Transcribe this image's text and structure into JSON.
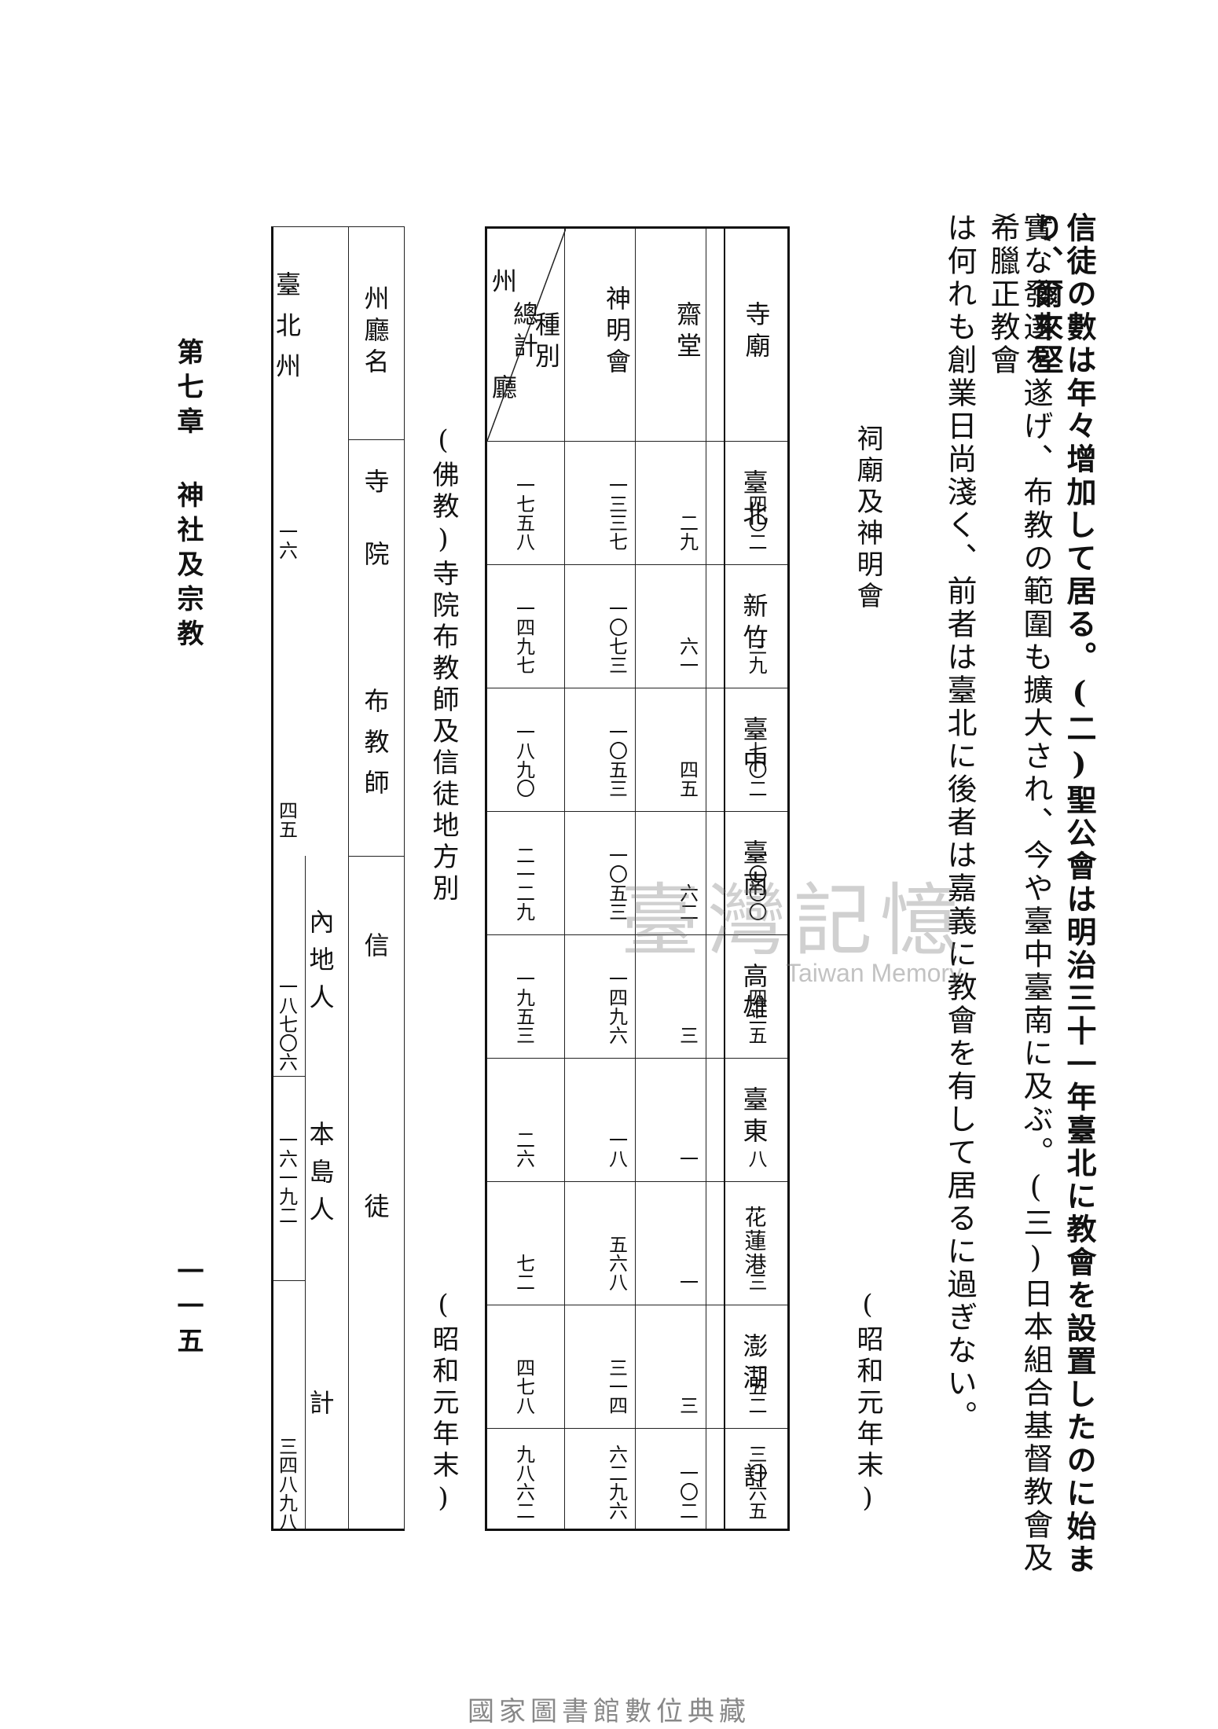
{
  "body_text": {
    "line1": "信徒の數は年々增加して居る。(二)聖公會は明治三十一年臺北に教會を設置したのに始まり、爾來堅",
    "line2": "實な發達を遂げ、布教の範圍も擴大され、今や臺中臺南に及ぶ。(三)日本組合基督教會及希臘正教會",
    "line3": "は何れも創業日尚淺く、前者は臺北に後者は嘉義に教會を有して居るに過ぎない。"
  },
  "table1": {
    "title": "祠廟及神明會",
    "date": "(昭和元年末)",
    "header_corner_top": "州",
    "header_corner_mid": "廳",
    "header_corner_bottom": "種別",
    "columns": [
      "臺北",
      "新竹",
      "臺中",
      "臺南",
      "高雄",
      "臺東",
      "花蓮港",
      "澎湖",
      "計"
    ],
    "rows": [
      {
        "label": "寺廟",
        "values": [
          "四〇二",
          "三九",
          "七〇二",
          "一〇〇〇",
          "四二五",
          "八",
          "三",
          "一五二",
          "三〇六五"
        ]
      },
      {
        "label": "齋堂",
        "values": [
          "二九",
          "六一",
          "四五",
          "六二",
          "三",
          "一",
          "一",
          "三",
          "一〇二"
        ]
      },
      {
        "label": "神明會",
        "values": [
          "一三三七",
          "一〇七三",
          "一〇五三",
          "一〇五三",
          "一四九六",
          "一八",
          "五六八",
          "三一四",
          "六二九六"
        ]
      },
      {
        "label": "總計",
        "values": [
          "一七五八",
          "一四九七",
          "一八九〇",
          "二一二九",
          "一九五三",
          "二六",
          "七二",
          "四七八",
          "九八六二"
        ]
      }
    ]
  },
  "table2": {
    "title": "(佛教)寺院布教師及信徒地方別",
    "date": "(昭和元年末)",
    "headers": {
      "col1": "州廳名",
      "col2": "寺院",
      "col3": "布教師",
      "col4_group": "信徒",
      "col4a": "內地人",
      "col4b": "本島人",
      "col4c": "計"
    },
    "row1": {
      "name": "臺北州",
      "temples": "一六",
      "preachers": "四五",
      "naichi": "一八七〇六",
      "hontou": "一六一九二",
      "total": "三四八九八"
    }
  },
  "running_head": "第七章 神社及宗教",
  "page_number": "一一五",
  "watermark": "臺灣記憶",
  "watermark_sub": "Taiwan Memory",
  "footer": "國家圖書館數位典藏"
}
